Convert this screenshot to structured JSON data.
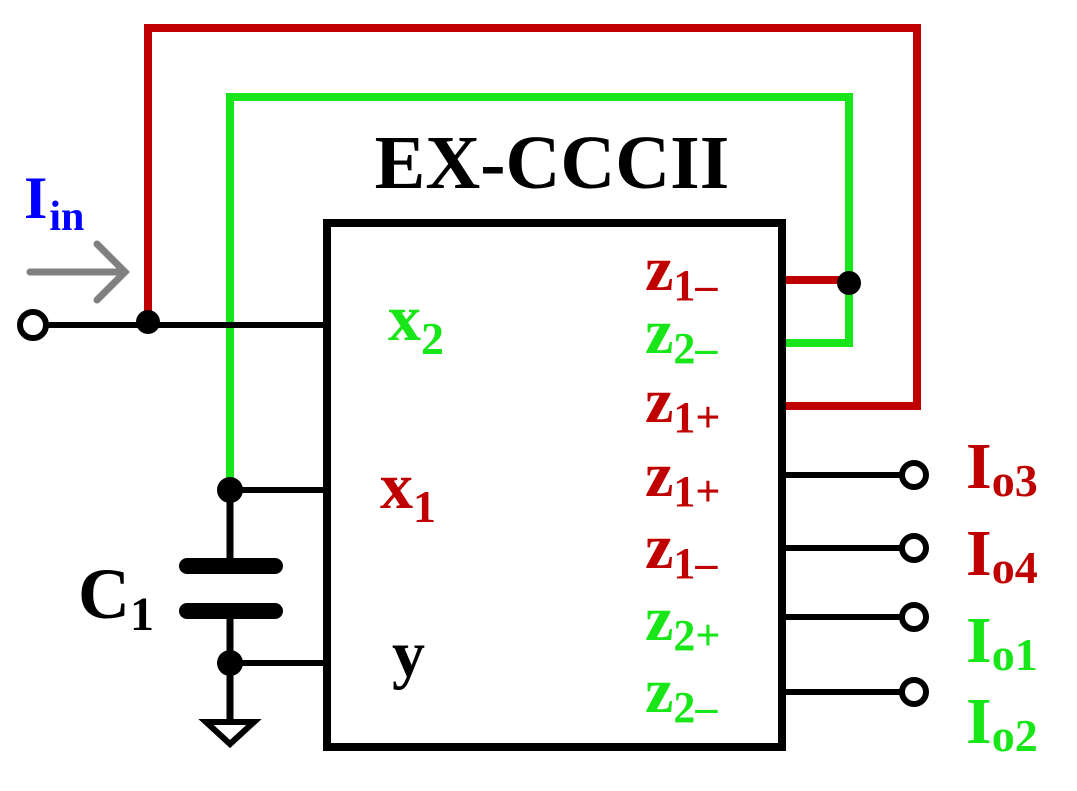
{
  "title": "EX-CCCII",
  "colors": {
    "black": "#000000",
    "red": "#c00000",
    "green": "#19e619",
    "blue": "#0000ff",
    "gray": "#808080"
  },
  "input": {
    "main": "I",
    "sub": "in"
  },
  "capacitor": {
    "main": "C",
    "sub": "1"
  },
  "left_ports": [
    {
      "id": "x2",
      "main": "x",
      "sub": "2",
      "color": "green"
    },
    {
      "id": "x1",
      "main": "x",
      "sub": "1",
      "color": "red"
    },
    {
      "id": "y",
      "main": "y",
      "sub": "",
      "color": "black"
    }
  ],
  "right_ports": [
    {
      "id": "z1m_a",
      "main": "z",
      "sub": "1–",
      "color": "red"
    },
    {
      "id": "z2m_a",
      "main": "z",
      "sub": "2–",
      "color": "green"
    },
    {
      "id": "z1p_a",
      "main": "z",
      "sub": "1+",
      "color": "red"
    },
    {
      "id": "z1p_b",
      "main": "z",
      "sub": "1+",
      "color": "red"
    },
    {
      "id": "z1m_b",
      "main": "z",
      "sub": "1–",
      "color": "red"
    },
    {
      "id": "z2p",
      "main": "z",
      "sub": "2+",
      "color": "green"
    },
    {
      "id": "z2m_b",
      "main": "z",
      "sub": "2–",
      "color": "green"
    }
  ],
  "outputs": [
    {
      "id": "io3",
      "main": "I",
      "sub": "o3",
      "color": "red"
    },
    {
      "id": "io4",
      "main": "I",
      "sub": "o4",
      "color": "red"
    },
    {
      "id": "io1",
      "main": "I",
      "sub": "o1",
      "color": "green"
    },
    {
      "id": "io2",
      "main": "I",
      "sub": "o2",
      "color": "green"
    }
  ]
}
